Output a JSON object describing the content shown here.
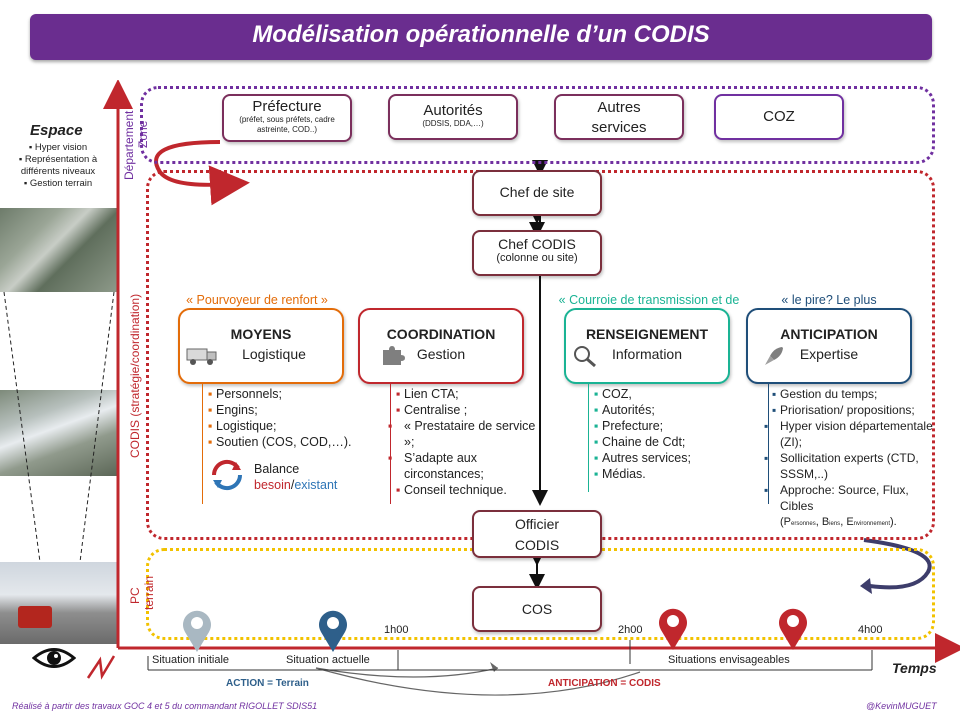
{
  "title": "Modélisation opérationnelle d’un CODIS",
  "left_panel": {
    "header": "Espace",
    "bullets": [
      "Hyper vision",
      "Représentation à différents niveaux",
      "Gestion terrain"
    ]
  },
  "side_labels": {
    "departement": "Département",
    "zone": "Zone",
    "codis": "CODIS (stratégie/coordination)",
    "pc": "PC",
    "terrain": "terrain"
  },
  "top_boxes": [
    {
      "title": "Préfecture",
      "sub": "(préfet, sous préfets, cadre astreinte, COD..)"
    },
    {
      "title": "Autorités",
      "sub": "(DDSIS, DDA,…)"
    },
    {
      "title": "Autres services",
      "sub": ""
    },
    {
      "title": "COZ",
      "sub": ""
    }
  ],
  "chain": {
    "chef_site": "Chef de site",
    "chef_codis": "Chef CODIS",
    "chef_codis_sub": "(colonne ou site)",
    "officier": "Officier CODIS",
    "cos": "COS"
  },
  "functions": [
    {
      "quote": "« Pourvoyeur de renfort »",
      "title": "MOYENS",
      "sub": "Logistique",
      "items": [
        "Personnels;",
        "Engins;",
        "Logistique;",
        "Soutien (COS, COD,…)."
      ]
    },
    {
      "quote": "",
      "title": "COORDINATION",
      "sub": "Gestion",
      "items": [
        "Lien CTA;",
        "Centralise ;",
        "« Prestataire de service »;",
        "S’adapte aux circonstances;",
        "Conseil technique."
      ]
    },
    {
      "quote": "« Courroie de transmission et de fiabilisation »",
      "title": "RENSEIGNEMENT",
      "sub": "Information",
      "items": [
        "COZ,",
        "Autorités;",
        "Prefecture;",
        "Chaine de Cdt;",
        "Autres services;",
        "Médias."
      ]
    },
    {
      "quote": "« le pire? Le plus probable? »",
      "title": "ANTICIPATION",
      "sub": "Expertise",
      "items": [
        "Gestion du temps;",
        "Priorisation/ propositions;",
        "Hyper vision départementale (ZI);",
        "Sollicitation experts (CTD, SSSM,..)",
        "Approche: Source, Flux, Cibles"
      ]
    }
  ],
  "approche_detail": {
    "p": "P",
    "p_sub": "ersonnes",
    "b": "B",
    "b_sub": "iens",
    "e": "E",
    "e_sub": "nvironnement",
    "end": ")."
  },
  "balance": {
    "label": "Balance",
    "besoin": "besoin",
    "slash": "/",
    "existant": "existant"
  },
  "timeline": {
    "ticks": [
      "1h00",
      "2h00",
      "4h00"
    ],
    "situations": [
      "Situation initiale",
      "Situation actuelle",
      "Situations envisageables"
    ],
    "axis_label": "Temps",
    "action": "ACTION",
    "action_eq": " = Terrain",
    "anticipation": "ANTICIPATION = CODIS"
  },
  "colors": {
    "purple": "#7030a0",
    "red": "#c0272d",
    "yellow": "#f2c200",
    "orange": "#e36c09",
    "teal": "#1ab394",
    "navy": "#1f4e79",
    "brown": "#7b2f3c"
  },
  "footer": {
    "left": "Réalisé à partir des travaux GOC 4 et 5 du commandant RIGOLLET SDIS51",
    "right": "@KevinMUGUET"
  }
}
